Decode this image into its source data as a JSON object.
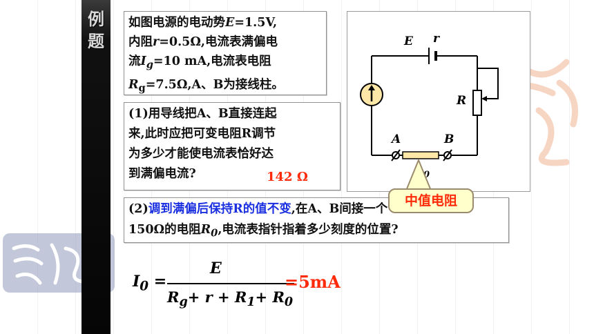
{
  "sidebar": {
    "label_chars": [
      "例",
      "题"
    ]
  },
  "problem": {
    "intro_html": "如图电源的电动势<i>E</i>=1.5V,<br>内阻<i>r</i>=0.5Ω,电流表满偏电<br>流<i>I<sub>g</sub></i>=10 mA,电流表电阻<br><i>R</i><sub>g</sub>=7.5Ω,A、B为接线柱。",
    "q1_html": "(1)用导线把A、B直接连起<br>来,此时应把可变电阻R调节<br>为多少才能使电流表恰好达<br>到满偏电流?",
    "a1": "142 Ω",
    "q2_html": "(2)<span class=\"blue\">调到满偏后保持R的值不变</span>,在A、B间接一个<br>150Ω的电阻<i>R<sub>0</sub></i>,电流表指针指着多少刻度的位置?"
  },
  "circuit": {
    "label_E": "E",
    "label_r": "r",
    "label_R": "R",
    "label_A": "A",
    "label_B": "B",
    "label_0": "0"
  },
  "callout": {
    "text": "中值电阻"
  },
  "formula": {
    "lhs_html": "I<sub>0</sub> =",
    "num": "E",
    "den_html": "R<sub>g</sub>+ r + R<sub>1</sub>+ R<sub>0</sub>",
    "result": "=5mA"
  },
  "colors": {
    "answer": "#ff2a0a",
    "highlight": "#1a2fe0",
    "callout_bg": "#ffffcc"
  }
}
